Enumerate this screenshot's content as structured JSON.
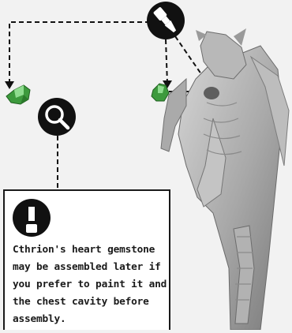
{
  "note": {
    "lines": [
      "Cthrion's heart gemstone",
      "may be assembled later if",
      "you prefer to paint it and",
      "the chest cavity before",
      "assembly."
    ]
  },
  "icons": {
    "paint": "paintbrush-icon",
    "zoom": "magnifier-icon",
    "warning": "exclamation-icon"
  },
  "colors": {
    "gem": "#3d9a3d",
    "gem_light": "#8fdc8f",
    "badge": "#111111",
    "figure": "#a9a9a9"
  }
}
